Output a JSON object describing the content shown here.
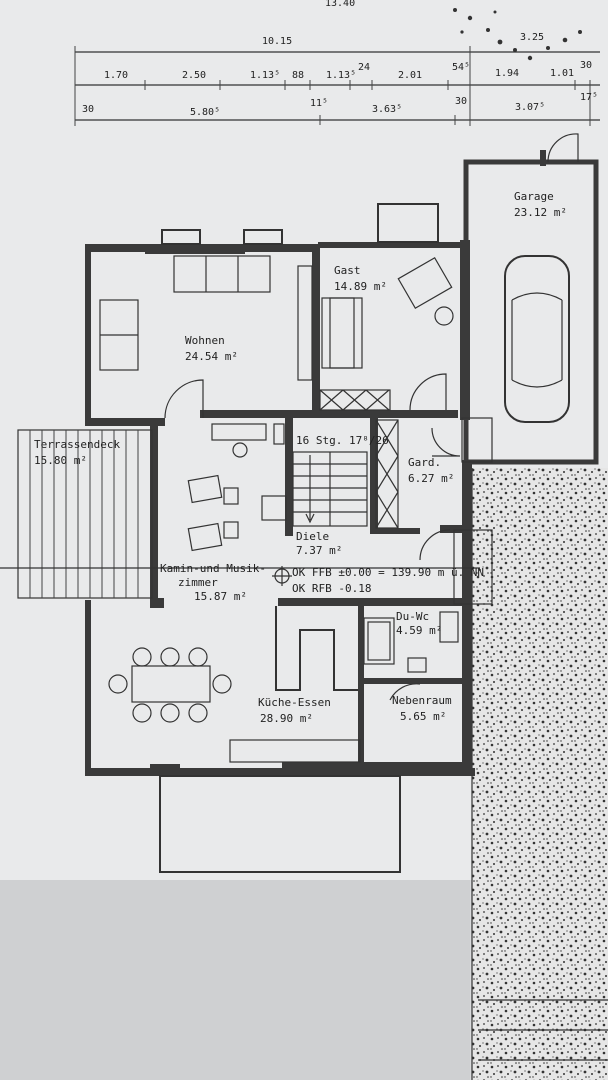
{
  "dimensions": {
    "top_partial": "13.40",
    "row1": "10.15",
    "row1_right": "3.25",
    "row2": [
      "1.70",
      "2.50",
      "1.13⁵",
      "88",
      "1.13⁵",
      "24",
      "2.01",
      "54⁵",
      "1.94",
      "1.01",
      "30"
    ],
    "row3": [
      "30",
      "5.80⁵",
      "11⁵",
      "3.63⁵",
      "30",
      "3.07⁵",
      "17⁵"
    ]
  },
  "rooms": {
    "garage": {
      "name": "Garage",
      "area": "23.12 m²"
    },
    "gast": {
      "name": "Gast",
      "area": "14.89 m²"
    },
    "wohnen": {
      "name": "Wohnen",
      "area": "24.54 m²"
    },
    "terrasse": {
      "name": "Terrassendeck",
      "area": "15.80 m²"
    },
    "stairs": {
      "text": "16 Stg. 17⁸/26"
    },
    "gard": {
      "name": "Gard.",
      "area": "6.27 m²"
    },
    "diele": {
      "name": "Diele",
      "area": "7.37 m²"
    },
    "kamin": {
      "name": "Kamin-und Musik-",
      "name2": "zimmer",
      "area": "15.87 m²"
    },
    "level": {
      "ffb": "OK FFB ±0.00 = 139.90 m ü. NN",
      "rfb": "OK RFB -0.18"
    },
    "duwc": {
      "name": "Du-Wc",
      "area": "4.59 m²"
    },
    "kueche": {
      "name": "Küche-Essen",
      "area": "28.90 m²"
    },
    "nebenraum": {
      "name": "Nebenraum",
      "area": "5.65 m²"
    }
  }
}
